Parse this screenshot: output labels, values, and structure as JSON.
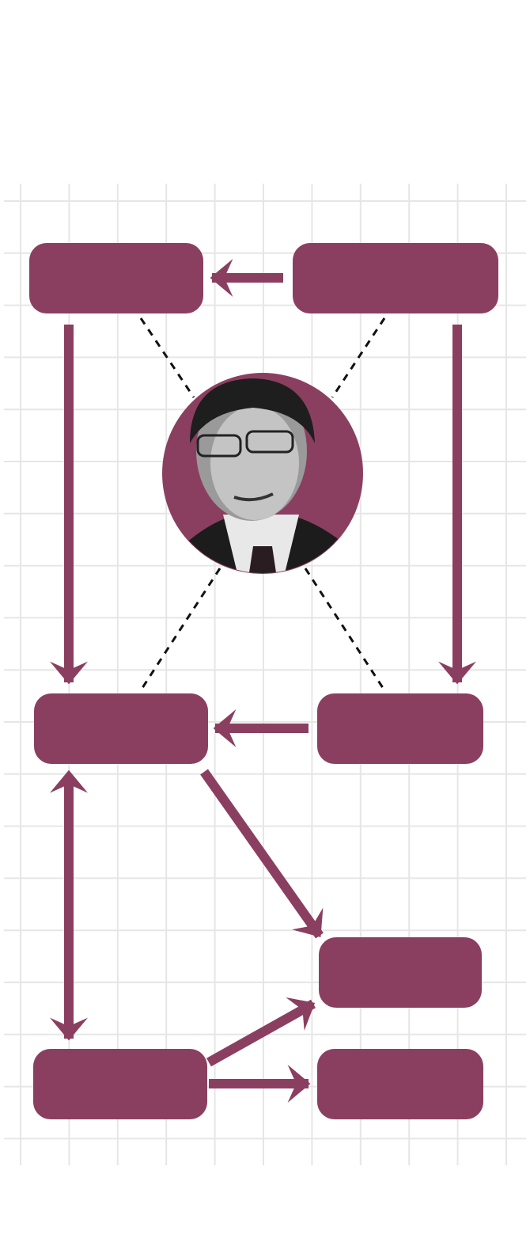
{
  "colors": {
    "accent": "#8b3f60",
    "grid": "#e6e6e6",
    "dashed_line": "#111111",
    "background": "#ffffff"
  },
  "diagram": {
    "nodes": [
      {
        "id": "top-left"
      },
      {
        "id": "top-right"
      },
      {
        "id": "mid-left"
      },
      {
        "id": "mid-right"
      },
      {
        "id": "lower-right"
      },
      {
        "id": "bottom-left"
      },
      {
        "id": "bottom-right"
      }
    ],
    "edges": [
      {
        "from": "top-right",
        "to": "top-left"
      },
      {
        "from": "top-left",
        "to": "mid-left"
      },
      {
        "from": "top-right",
        "to": "mid-right"
      },
      {
        "from": "mid-right",
        "to": "mid-left"
      },
      {
        "from": "mid-left",
        "to": "lower-right"
      },
      {
        "from": "mid-left",
        "to": "bottom-left",
        "bidirectional": true
      },
      {
        "from": "bottom-left",
        "to": "lower-right"
      },
      {
        "from": "bottom-left",
        "to": "bottom-right"
      }
    ],
    "center": {
      "icon": "portrait-photo"
    }
  }
}
